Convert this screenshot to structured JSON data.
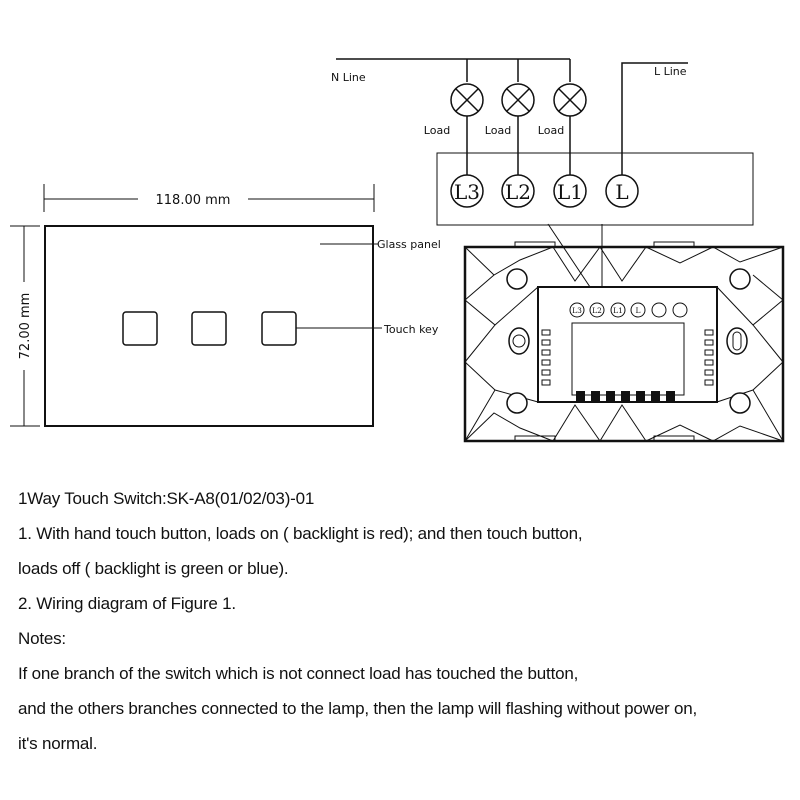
{
  "labels": {
    "n_line": "N  Line",
    "l_line": "L  Line",
    "load": "Load",
    "terminals": [
      "L3",
      "L2",
      "L1",
      "L"
    ],
    "width_dim": "118.00 mm",
    "height_dim": "72.00 mm",
    "glass_panel": "Glass panel",
    "touch_key": "Touch key"
  },
  "notes": {
    "title": "1Way Touch Switch:SK-A8(01/02/03)-01",
    "line1": "1. With hand touch button, loads on ( backlight is red); and then touch button,",
    "line2": "loads off ( backlight is green or blue).",
    "line3": "2. Wiring diagram of Figure 1.",
    "line4": "Notes:",
    "line5": "If one branch of the switch which is not connect load has touched the button,",
    "line6": "and the others branches connected to the lamp, then the lamp will flashing without power on,",
    "line7": "it's normal."
  }
}
